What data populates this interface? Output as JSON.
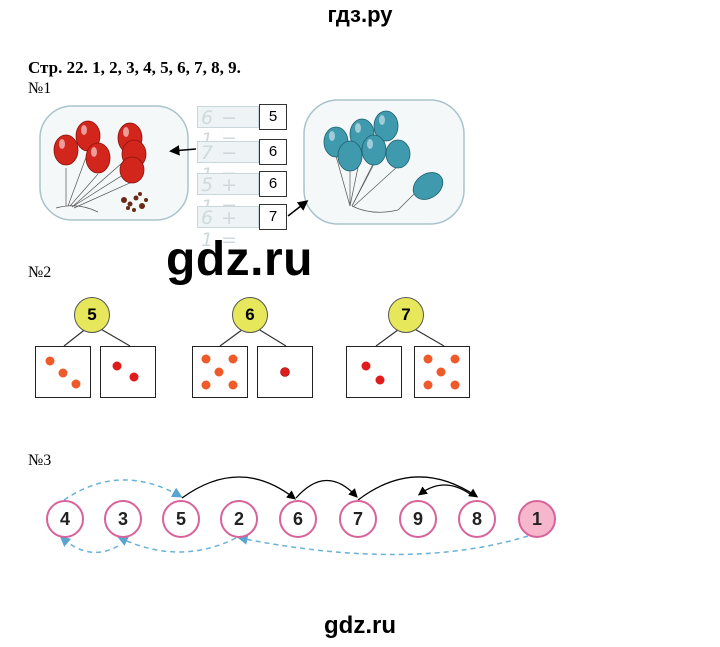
{
  "site": {
    "top": "гдз.ру",
    "bottom": "gdz.ru",
    "watermark": "gdz.ru"
  },
  "header": {
    "line": "Стр. 22. 1, 2, 3, 4, 5, 6, 7, 8, 9."
  },
  "ex1": {
    "label": "№1",
    "equations": [
      {
        "expr": "6 − 1 =",
        "answer": "5"
      },
      {
        "expr": "7 − 1 =",
        "answer": "6"
      },
      {
        "expr": "5 + 1 =",
        "answer": "6"
      },
      {
        "expr": "6 + 1 =",
        "answer": "7"
      }
    ],
    "colors": {
      "red_balloon": "#d2261c",
      "blue_balloon": "#3f9aad"
    }
  },
  "ex2": {
    "label": "№2",
    "groups": [
      {
        "top": "5",
        "left_dots": 3,
        "right_dots": 2
      },
      {
        "top": "6",
        "left_dots": 5,
        "right_dots": 1
      },
      {
        "top": "7",
        "left_dots": 2,
        "right_dots": 5
      }
    ],
    "colors": {
      "dot_orange": "#ef5a2a",
      "dot_red": "#e01b1b",
      "top_circle": "#e6e75a"
    }
  },
  "ex3": {
    "label": "№3",
    "numbers": [
      "4",
      "3",
      "5",
      "2",
      "6",
      "7",
      "9",
      "8",
      "1"
    ],
    "colors": {
      "circle_border": "#d8639a",
      "highlight": "#f6b7cd",
      "dashed": "#6ab1d6"
    }
  }
}
